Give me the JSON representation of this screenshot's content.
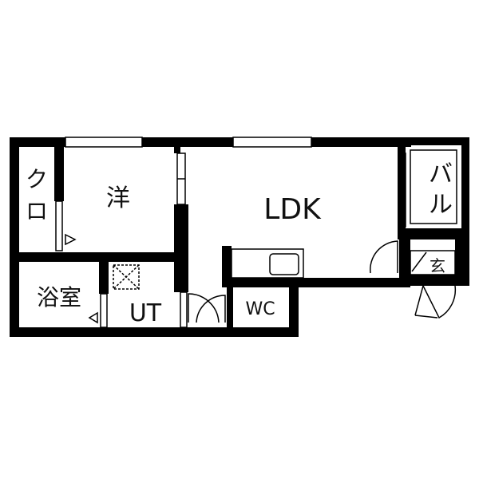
{
  "colors": {
    "wall": "#000000",
    "line": "#333333",
    "background": "#ffffff",
    "text": "#111111"
  },
  "rooms": {
    "western": "洋",
    "closet": "クロ",
    "ldk": "LDK",
    "balcony": "バル",
    "bath": "浴室",
    "utility": "UT",
    "toilet": "WC",
    "entrance": "玄"
  }
}
